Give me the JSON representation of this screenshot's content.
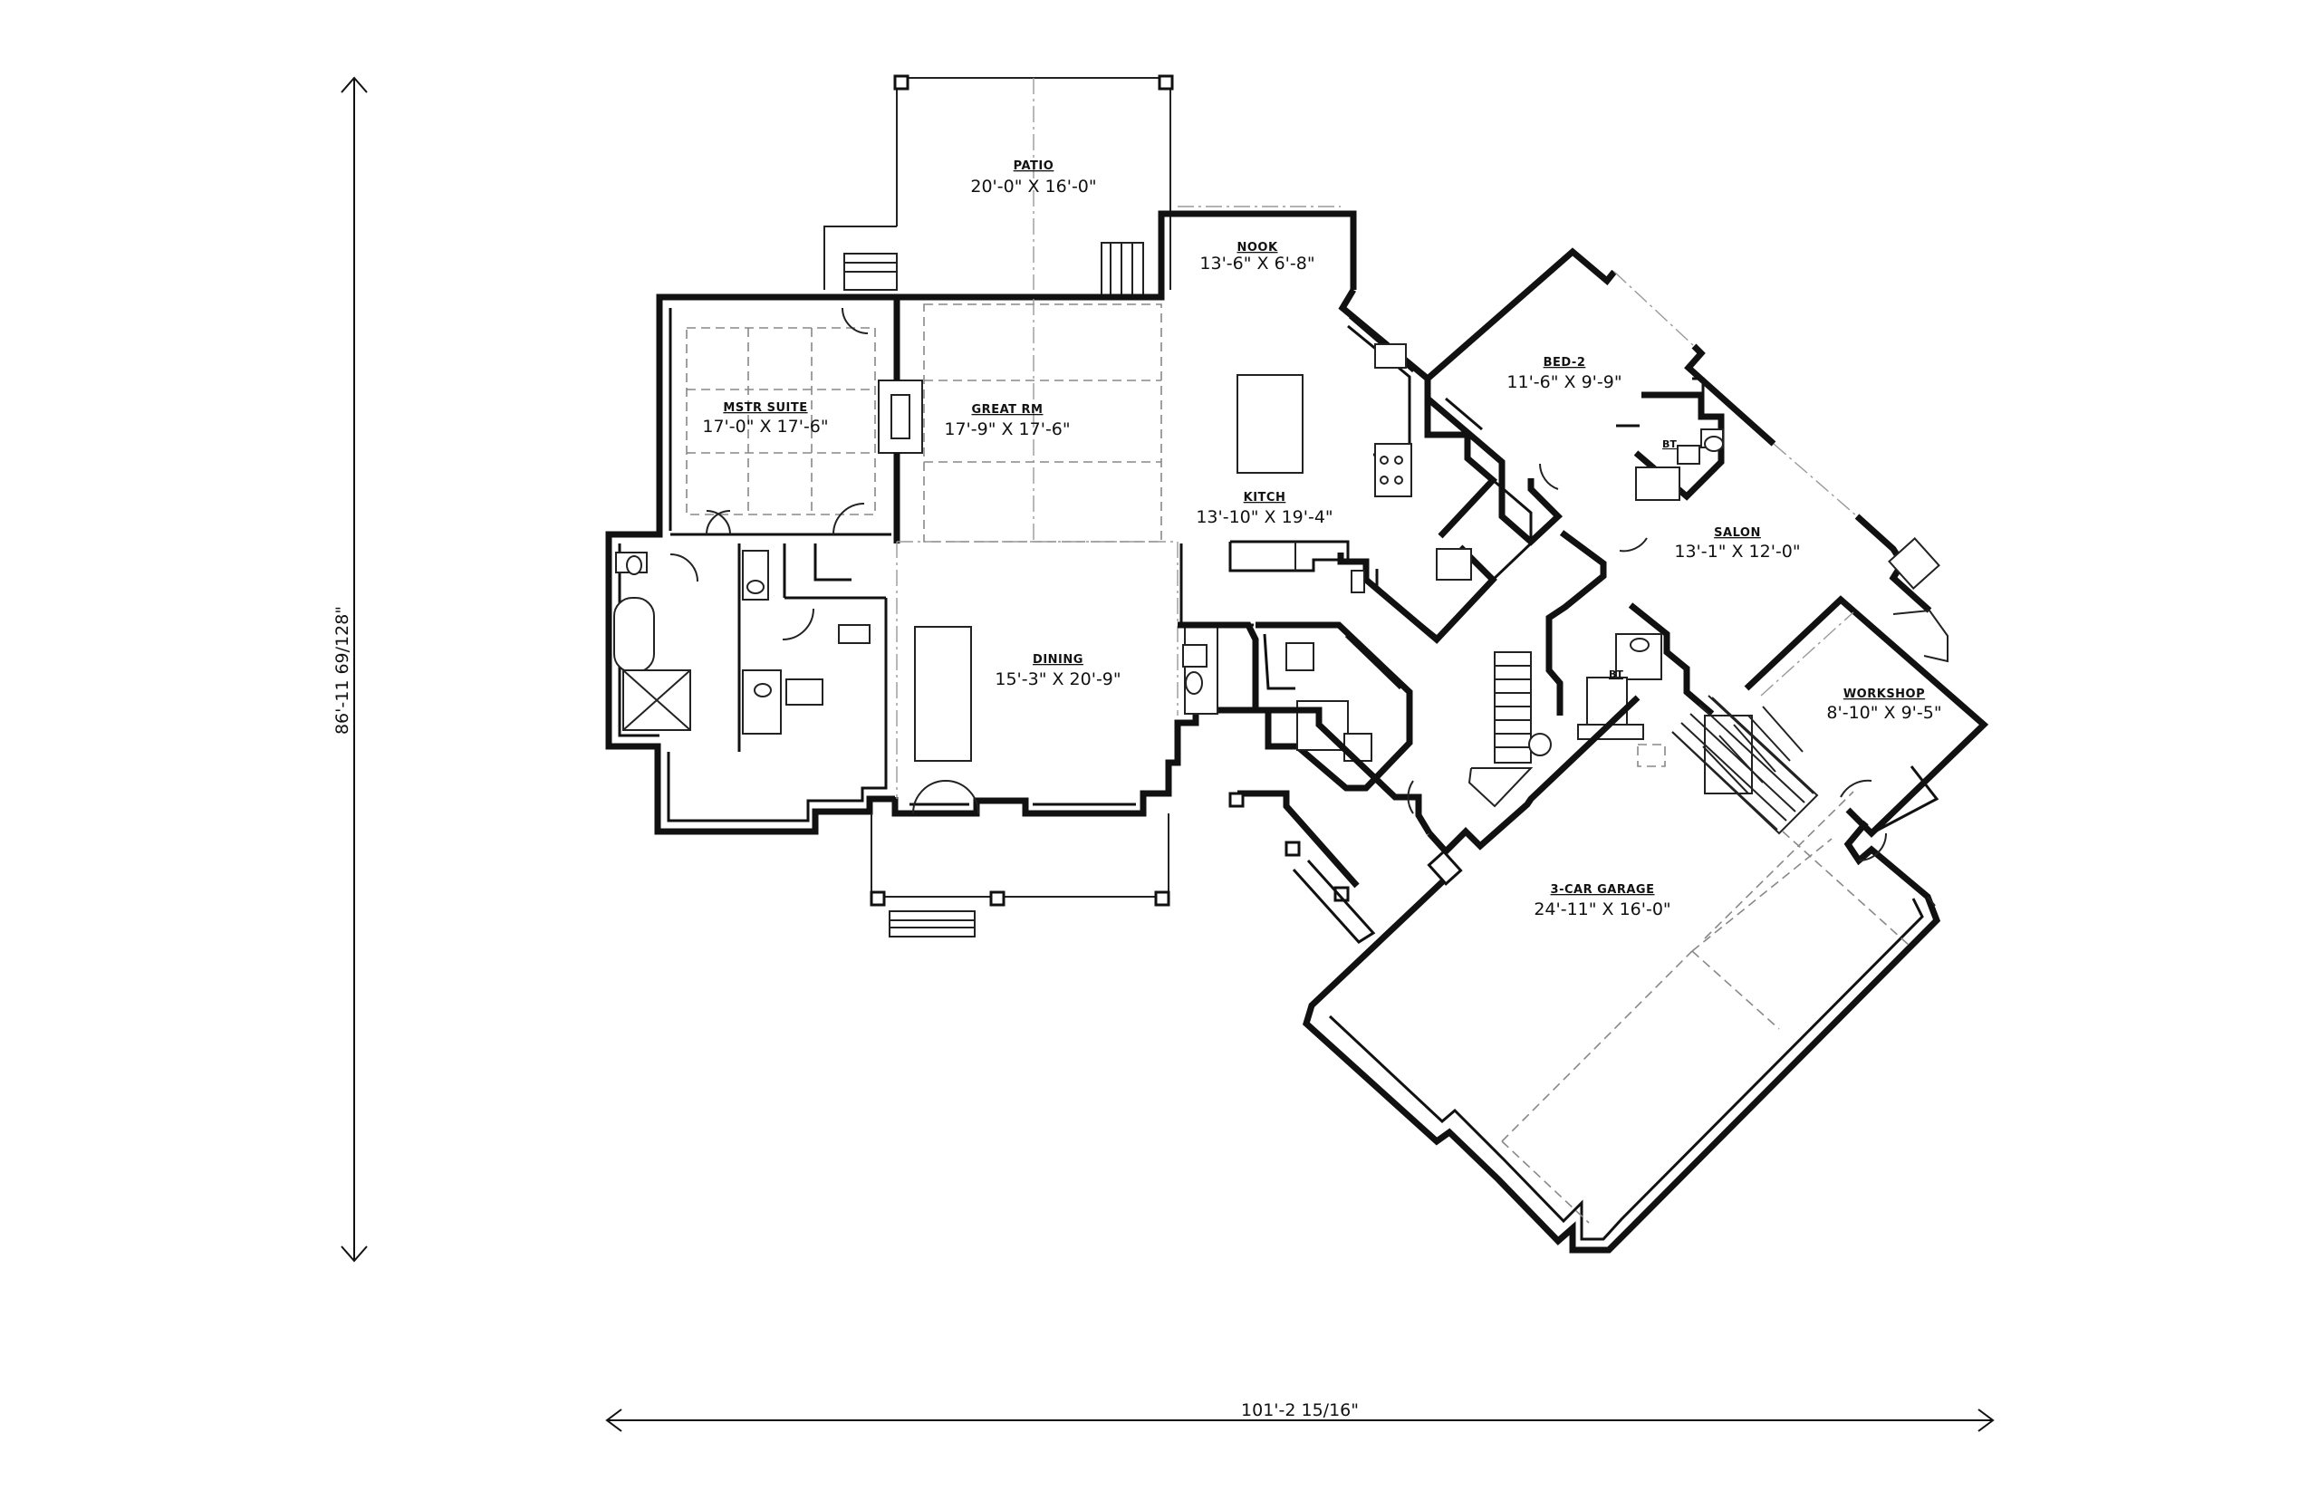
{
  "rooms": {
    "patio": {
      "name": "PATIO",
      "size": "20'-0\" X 16'-0\""
    },
    "nook": {
      "name": "NOOK",
      "size": "13'-6\" X 6'-8\""
    },
    "great_rm": {
      "name": "GREAT RM",
      "size": "17'-9\" X 17'-6\""
    },
    "mstr_suite": {
      "name": "MSTR SUITE",
      "size": "17'-0\" X 17'-6\""
    },
    "kitch": {
      "name": "KITCH",
      "size": "13'-10\" X 19'-4\""
    },
    "bed_2": {
      "name": "BED-2",
      "size": "11'-6\" X 9'-9\""
    },
    "salon": {
      "name": "SALON",
      "size": "13'-1\" X 12'-0\""
    },
    "dining": {
      "name": "DINING",
      "size": "15'-3\" X 20'-9\""
    },
    "workshop": {
      "name": "WORKSHOP",
      "size": "8'-10\" X 9'-5\""
    },
    "garage": {
      "name": "3-CAR GARAGE",
      "size": "24'-11\" X 16'-0\""
    },
    "bath_upper": {
      "name": "BT"
    },
    "bath_lower": {
      "name": "BT"
    }
  },
  "dimensions": {
    "overall_width": "101'-2 15/16\"",
    "overall_depth": "86'-11 69/128\""
  }
}
